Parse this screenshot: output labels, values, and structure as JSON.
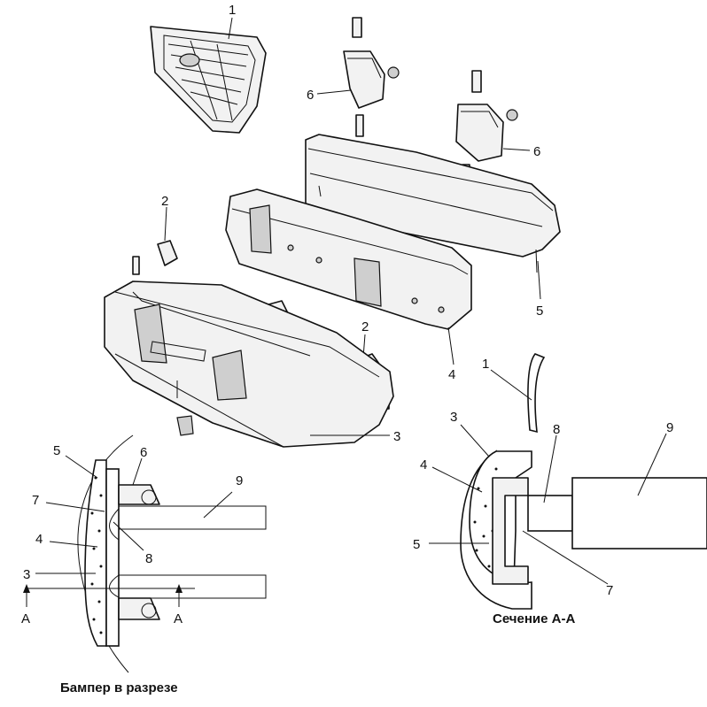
{
  "labels": {
    "n1": "1",
    "n2": "2",
    "n3": "3",
    "n4": "4",
    "n5": "5",
    "n6": "6",
    "n7": "7",
    "n8": "8",
    "n9": "9",
    "a": "А"
  },
  "captions": {
    "bumper_section": "Бампер в разрезе",
    "section_aa": "Сечение А-А"
  }
}
